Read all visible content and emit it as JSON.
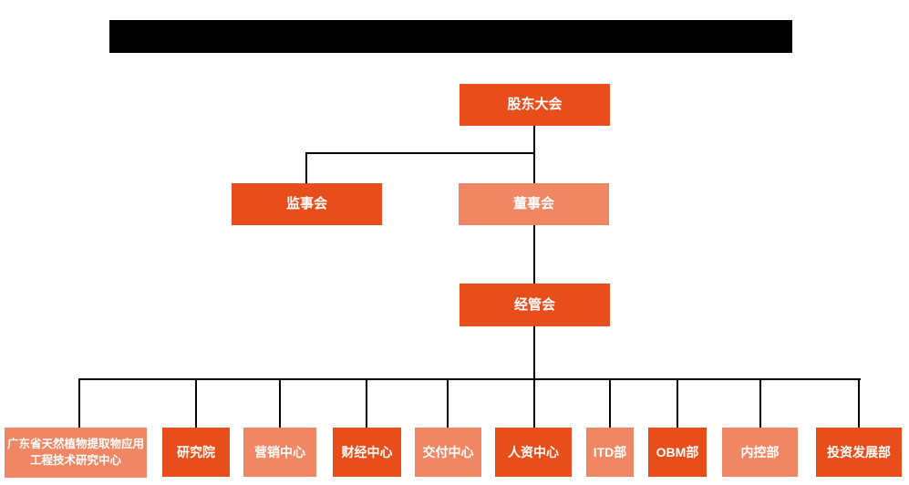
{
  "org": {
    "colors": {
      "primary": "#E84E1B",
      "secondary": "#EF8764",
      "connector": "#000000",
      "box_text": "#FFFFFF",
      "redaction": "#000000"
    },
    "level1": {
      "label": "股东大会"
    },
    "level2": [
      {
        "label": "监事会"
      },
      {
        "label": "董事会"
      }
    ],
    "level3": {
      "label": "经管会"
    },
    "departments": [
      {
        "label": "广东省天然植物提取物应用工程技术研究中心"
      },
      {
        "label": "研究院"
      },
      {
        "label": "营销中心"
      },
      {
        "label": "财经中心"
      },
      {
        "label": "交付中心"
      },
      {
        "label": "人资中心"
      },
      {
        "label": "ITD部"
      },
      {
        "label": "OBM部"
      },
      {
        "label": "内控部"
      },
      {
        "label": "投资发展部"
      }
    ]
  }
}
